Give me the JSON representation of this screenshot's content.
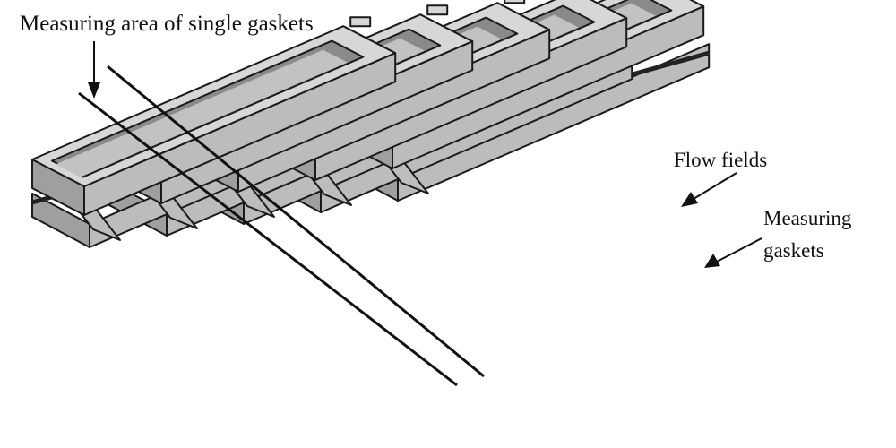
{
  "labels": {
    "measuring_area": "Measuring area of single gaskets",
    "flow_fields": "Flow fields",
    "measuring_gaskets_line1": "Measuring",
    "measuring_gaskets_line2": "gaskets"
  },
  "plates": 5,
  "colors": {
    "top_face": "#d7d7d7",
    "front_face": "#9f9f9f",
    "side_face": "#bcbcbc",
    "channel_floor": "#c2c2c2",
    "channel_wall": "#8a8a8a",
    "outline": "#1a1a1a",
    "gasket_top": "#bdbdbd"
  }
}
